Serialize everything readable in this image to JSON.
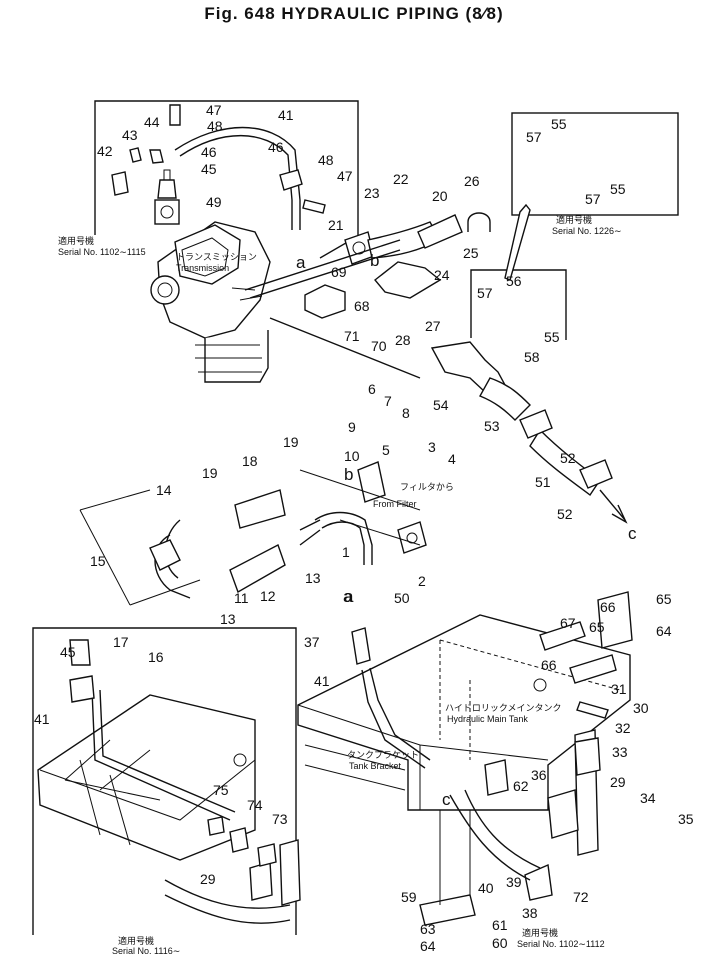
{
  "title": "Fig. 648   HYDRAULIC PIPING (8⁄8)",
  "callouts": [
    "1",
    "2",
    "3",
    "4",
    "5",
    "6",
    "7",
    "8",
    "9",
    "10",
    "11",
    "12",
    "13",
    "13",
    "14",
    "15",
    "16",
    "17",
    "18",
    "19",
    "19",
    "20",
    "21",
    "22",
    "23",
    "24",
    "25",
    "26",
    "27",
    "28",
    "29",
    "29",
    "30",
    "31",
    "32",
    "33",
    "34",
    "35",
    "36",
    "37",
    "38",
    "39",
    "40",
    "41",
    "41",
    "41",
    "42",
    "43",
    "44",
    "45",
    "45",
    "46",
    "46",
    "47",
    "47",
    "48",
    "48",
    "49",
    "50",
    "51",
    "52",
    "52",
    "53",
    "54",
    "55",
    "55",
    "55",
    "56",
    "57",
    "57",
    "57",
    "58",
    "59",
    "60",
    "61",
    "62",
    "63",
    "64",
    "64",
    "65",
    "65",
    "66",
    "66",
    "67",
    "68",
    "69",
    "70",
    "71",
    "72",
    "73",
    "74",
    "75"
  ],
  "letters": [
    "a",
    "b",
    "a",
    "b",
    "a",
    "c",
    "c"
  ],
  "notes": {
    "serial_top_left_jp": "適用号機",
    "serial_top_left": "Serial No. 1102∼1115",
    "transmission_jp": "トランスミッション",
    "transmission": "Transmission",
    "serial_top_right_jp": "適用号機",
    "serial_top_right": "Serial No. 1226∼",
    "filter_jp": "フィルタから",
    "filter": "From Filter",
    "main_tank_jp": "ハイドロリックメインタンク",
    "main_tank": "Hydraulic Main Tank",
    "tank_bracket_jp": "タンクブラケット",
    "tank_bracket": "Tank Bracket",
    "serial_bottom_left_jp": "適用号機",
    "serial_bottom_left": "Serial No. 1116∼",
    "serial_bottom_right_jp": "適用号機",
    "serial_bottom_right": "Serial No. 1102∼1112"
  }
}
